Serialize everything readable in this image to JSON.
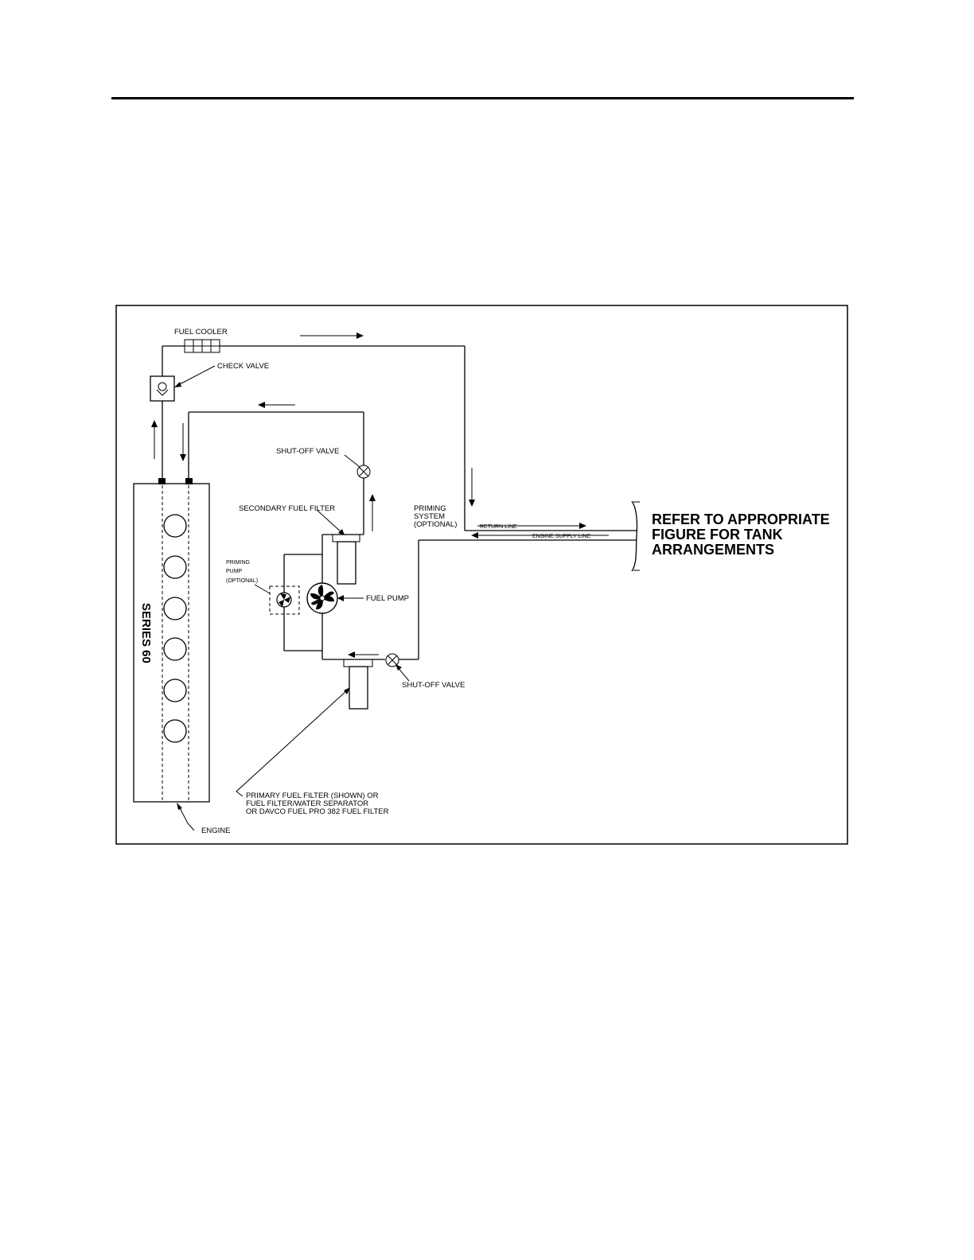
{
  "labels": {
    "fuel_cooler": "FUEL COOLER",
    "check_valve": "CHECK VALVE",
    "shutoff_valve_top": "SHUT-OFF VALVE",
    "secondary_filter": "SECONDARY FUEL FILTER",
    "priming_system": [
      "PRIMING",
      "SYSTEM",
      "(OPTIONAL)"
    ],
    "return_line": "RETURN LINE",
    "engine_supply_line": "ENGINE SUPPLY LINE",
    "refer": [
      "REFER TO APPROPRIATE",
      "FIGURE  FOR TANK",
      "ARRANGEMENTS"
    ],
    "priming_pump": [
      "PRIMING",
      "PUMP",
      "(OPTIONAL)"
    ],
    "fuel_pump": "FUEL PUMP",
    "shutoff_valve_bottom": "SHUT-OFF VALVE",
    "primary_filter": [
      "PRIMARY FUEL FILTER (SHOWN) OR",
      "FUEL FILTER/WATER SEPARATOR",
      "OR DAVCO FUEL PRO 382 FUEL FILTER"
    ],
    "engine": "ENGINE",
    "series": "SERIES 60"
  }
}
